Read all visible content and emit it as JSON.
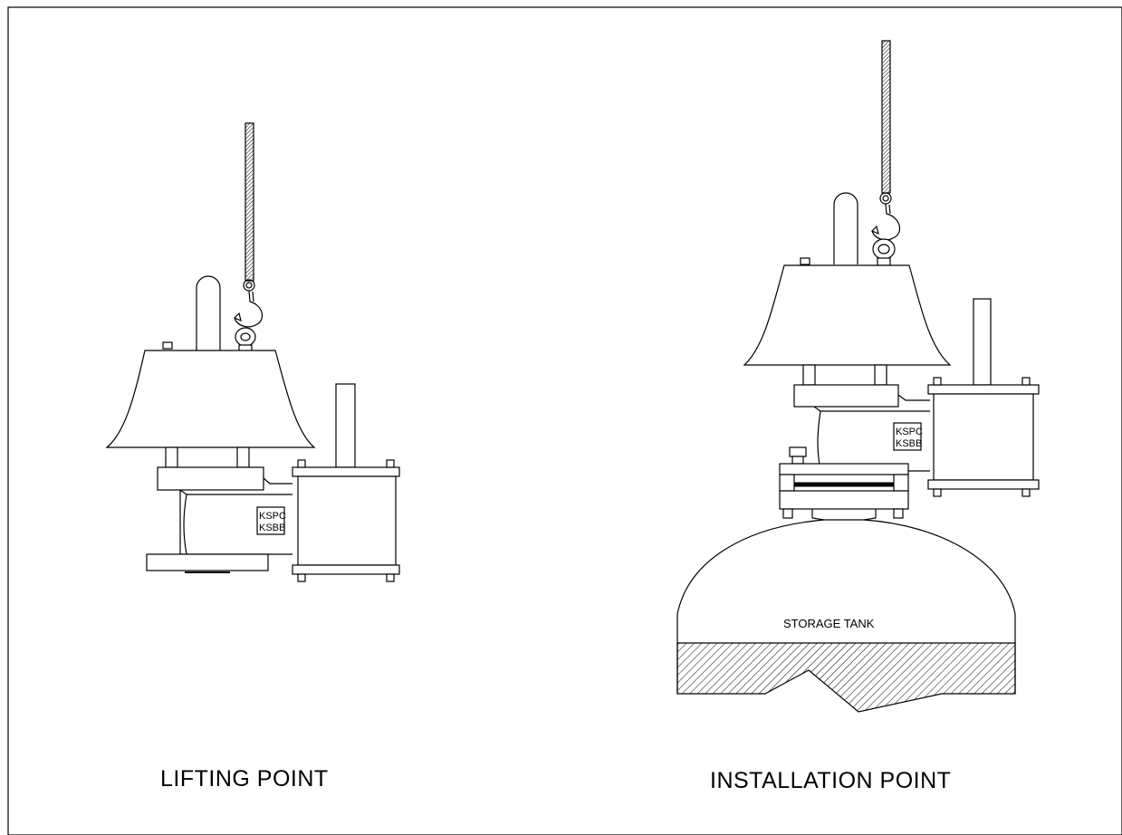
{
  "captions": {
    "lifting": "LIFTING POINT",
    "installation": "INSTALLATION POINT"
  },
  "nameplate": {
    "line1": "KSPC",
    "line2": "KSBB"
  },
  "tank": {
    "label": "STORAGE TANK"
  },
  "colors": {
    "line": "#000000",
    "background": "#ffffff"
  }
}
